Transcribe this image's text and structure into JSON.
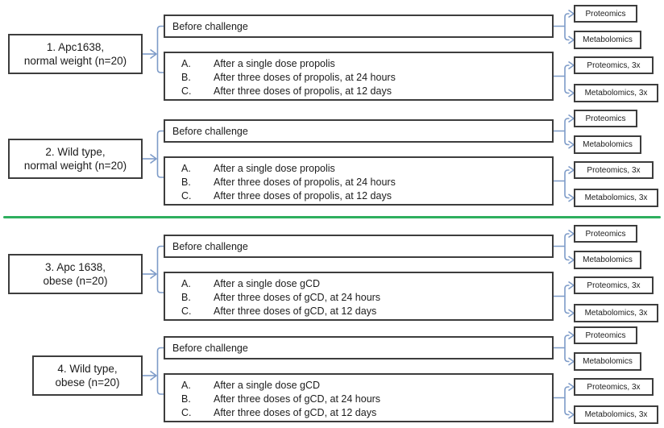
{
  "diagram": {
    "colors": {
      "connector": "#7d9bc8",
      "divider": "#2eaf5e",
      "box-border": "#3d3d3d",
      "text": "#1c1c1c"
    },
    "groups": [
      {
        "label_line1": "1. Apc1638,",
        "label_line2": "normal weight (n=20)",
        "before_label": "Before challenge",
        "conditions": [
          {
            "letter": "A.",
            "text": "After a single dose propolis"
          },
          {
            "letter": "B.",
            "text": "After three doses of propolis, at 24 hours"
          },
          {
            "letter": "C.",
            "text": "After three doses of propolis, at 12 days"
          }
        ],
        "outputs_before": [
          "Proteomics",
          "Metabolomics"
        ],
        "outputs_after": [
          "Proteomics, 3x",
          "Metabolomics, 3x"
        ]
      },
      {
        "label_line1": "2. Wild type,",
        "label_line2": "normal weight (n=20)",
        "before_label": "Before challenge",
        "conditions": [
          {
            "letter": "A.",
            "text": "After a single dose propolis"
          },
          {
            "letter": "B.",
            "text": "After three doses of propolis, at 24 hours"
          },
          {
            "letter": "C.",
            "text": "After three doses of propolis, at 12 days"
          }
        ],
        "outputs_before": [
          "Proteomics",
          "Metabolomics"
        ],
        "outputs_after": [
          "Proteomics, 3x",
          "Metabolomics, 3x"
        ]
      },
      {
        "label_line1": "3. Apc 1638,",
        "label_line2": "obese (n=20)",
        "before_label": "Before challenge",
        "conditions": [
          {
            "letter": "A.",
            "text": "After a single dose gCD"
          },
          {
            "letter": "B.",
            "text": "After three doses of gCD, at 24 hours"
          },
          {
            "letter": "C.",
            "text": "After three doses of gCD, at 12 days"
          }
        ],
        "outputs_before": [
          "Proteomics",
          "Metabolomics"
        ],
        "outputs_after": [
          "Proteomics, 3x",
          "Metabolomics, 3x"
        ]
      },
      {
        "label_line1": "4. Wild type,",
        "label_line2": "obese (n=20)",
        "before_label": "Before challenge",
        "conditions": [
          {
            "letter": "A.",
            "text": "After a single dose gCD"
          },
          {
            "letter": "B.",
            "text": "After three doses of gCD, at 24 hours"
          },
          {
            "letter": "C.",
            "text": "After three doses of gCD, at 12 days"
          }
        ],
        "outputs_before": [
          "Proteomics",
          "Metabolomics"
        ],
        "outputs_after": [
          "Proteomics, 3x",
          "Metabolomics, 3x"
        ]
      }
    ]
  }
}
